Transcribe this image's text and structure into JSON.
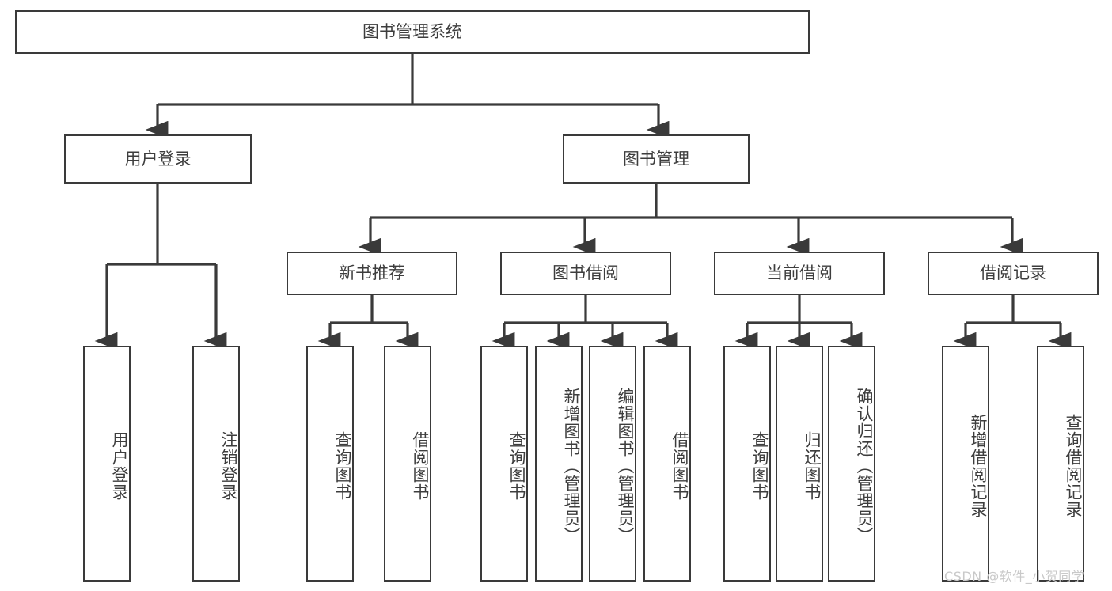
{
  "diagram": {
    "title": "图书管理系统",
    "type": "tree-hierarchy-diagram",
    "colors": {
      "box_border": "#3a3a3a",
      "box_fill": "#ffffff",
      "text": "#3d3d3d",
      "connector": "#3a3a3a",
      "watermark": "#c9c9c9",
      "background": "#ffffff"
    },
    "root": {
      "label": "图书管理系统"
    },
    "level2": [
      {
        "label": "用户登录"
      },
      {
        "label": "图书管理"
      }
    ],
    "level3": [
      {
        "label": "新书推荐"
      },
      {
        "label": "图书借阅"
      },
      {
        "label": "当前借阅"
      },
      {
        "label": "借阅记录"
      }
    ],
    "leaves": {
      "user_login": [
        {
          "label": "用户登录"
        },
        {
          "label": "注销登录"
        }
      ],
      "new_book_recommend": [
        {
          "label": "查询图书"
        },
        {
          "label": "借阅图书"
        }
      ],
      "book_borrow": [
        {
          "label": "查询图书"
        },
        {
          "label": "新增图书（管理员）"
        },
        {
          "label": "编辑图书（管理员）"
        },
        {
          "label": "借阅图书"
        }
      ],
      "current_borrow": [
        {
          "label": "查询图书"
        },
        {
          "label": "归还图书"
        },
        {
          "label": "确认归还（管理员）"
        }
      ],
      "borrow_record": [
        {
          "label": "新增借阅记录"
        },
        {
          "label": "查询借阅记录"
        }
      ]
    }
  },
  "watermark": {
    "text": "CSDN @软件_小贺同学"
  }
}
